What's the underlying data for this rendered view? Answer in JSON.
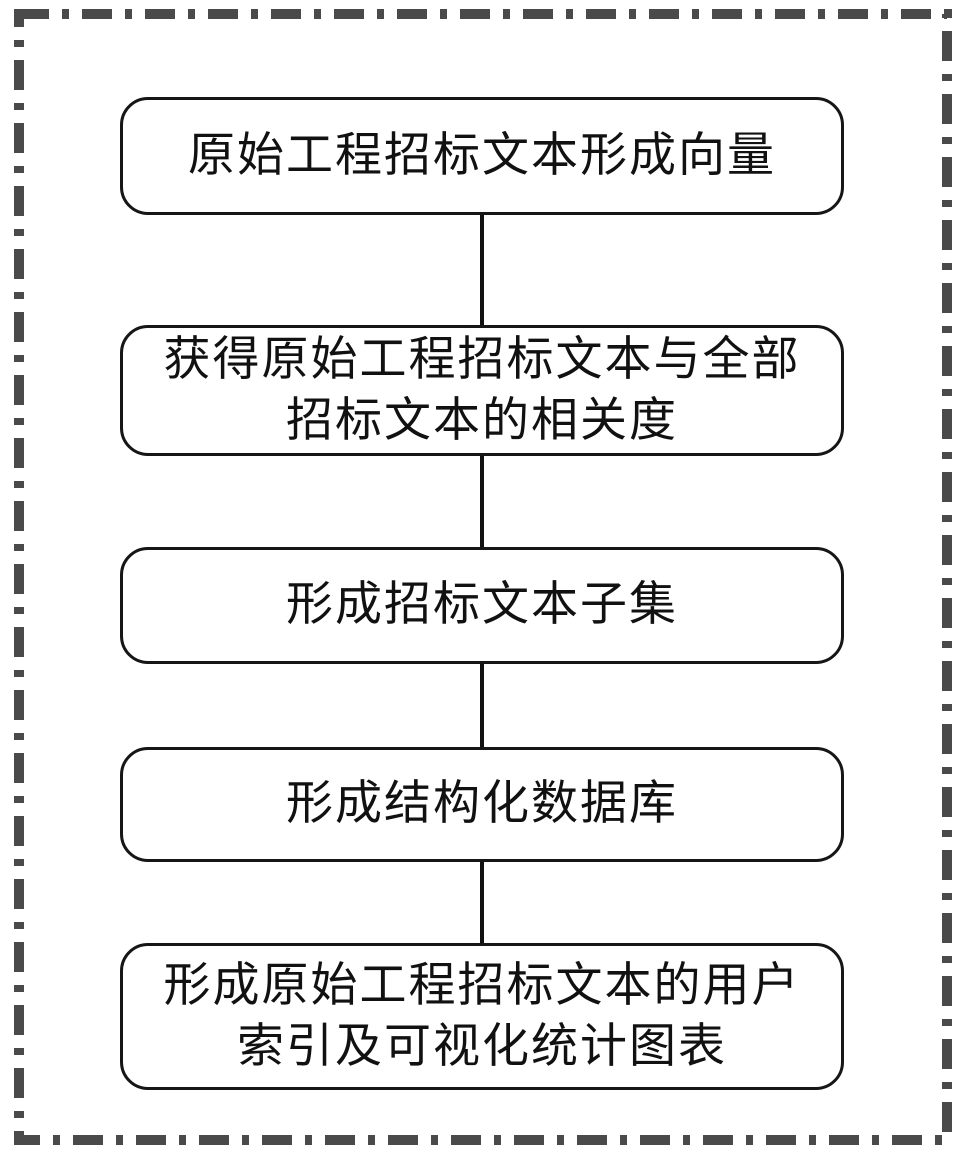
{
  "diagram": {
    "type": "flowchart",
    "orientation": "vertical",
    "steps": [
      {
        "id": 1,
        "label": "原始工程招标文本形成向量"
      },
      {
        "id": 2,
        "label": "获得原始工程招标文本与全部招标文本的相关度"
      },
      {
        "id": 3,
        "label": "形成招标文本子集"
      },
      {
        "id": 4,
        "label": "形成结构化数据库"
      },
      {
        "id": 5,
        "label": "形成原始工程招标文本的用户索引及可视化统计图表"
      }
    ],
    "connectors": [
      {
        "from": 1,
        "to": 2
      },
      {
        "from": 2,
        "to": 3
      },
      {
        "from": 3,
        "to": 4
      },
      {
        "from": 4,
        "to": 5
      }
    ],
    "colors": {
      "outer_border": "#4a4a4a",
      "box_border": "#161616",
      "text": "#111111",
      "background": "#ffffff"
    },
    "outer_border_style": "dash-dot"
  }
}
